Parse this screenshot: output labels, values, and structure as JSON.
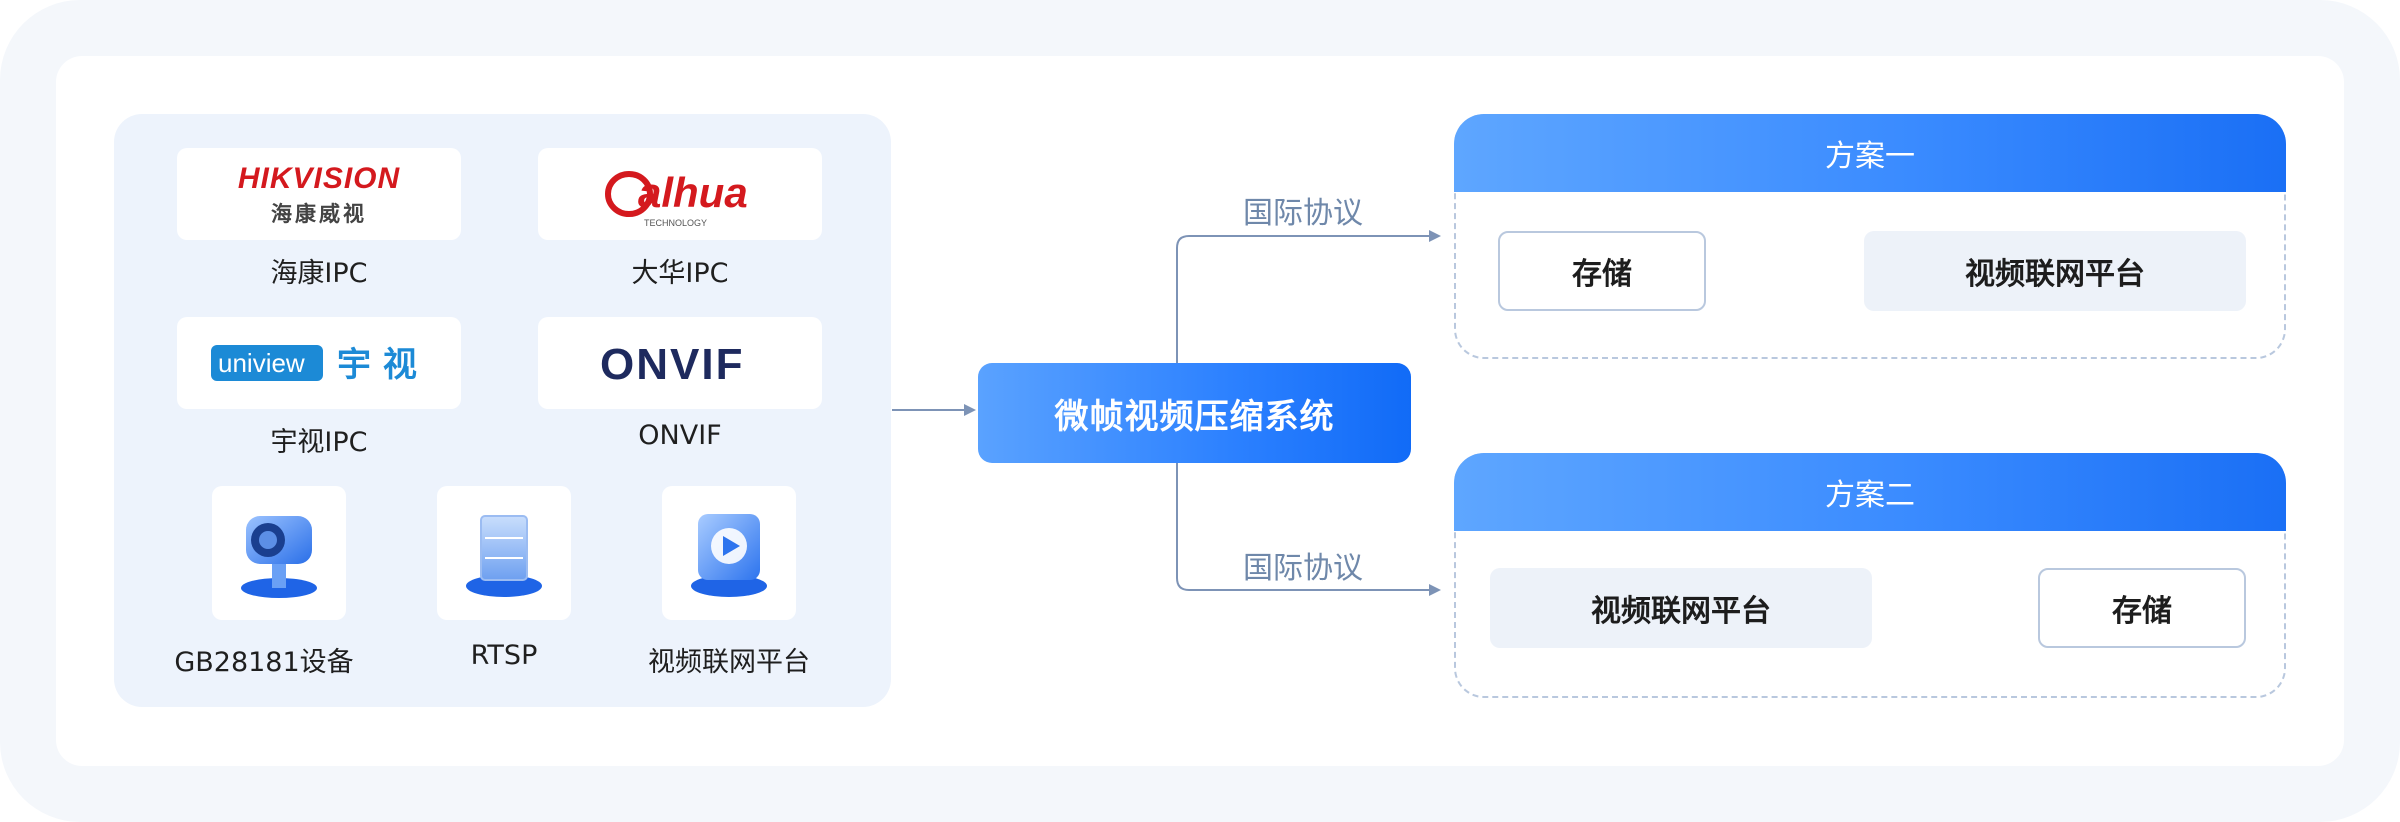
{
  "sources": {
    "brands": [
      {
        "logo_line1": "HIKVISION",
        "logo_line2": "海康威视",
        "label": "海康IPC"
      },
      {
        "logo_text": "alhua",
        "logo_sub": "TECHNOLOGY",
        "label": "大华IPC"
      },
      {
        "logo_text": "uniview",
        "logo_cn": "宇 视",
        "label": "宇视IPC"
      },
      {
        "logo_text": "ONVIF",
        "label": "ONVIF"
      }
    ],
    "devices": [
      {
        "label": "GB28181设备",
        "icon": "camera-icon"
      },
      {
        "label": "RTSP",
        "icon": "server-cube-icon"
      },
      {
        "label": "视频联网平台",
        "icon": "video-play-icon"
      }
    ]
  },
  "center": {
    "label": "微帧视频压缩系统"
  },
  "protocol_top": "国际协议",
  "protocol_bottom": "国际协议",
  "plan1": {
    "title": "方案一",
    "left": "存储",
    "right": "视频联网平台"
  },
  "plan2": {
    "title": "方案二",
    "left": "视频联网平台",
    "right": "存储"
  },
  "colors": {
    "accent": "#2b80ff",
    "connector": "#7d93b6",
    "panel": "#edf3fc",
    "hikvision_red": "#d4191e",
    "dahua_red": "#d4191e",
    "uniview_blue": "#1c8ad6",
    "onvif_navy": "#1e2a5e"
  }
}
